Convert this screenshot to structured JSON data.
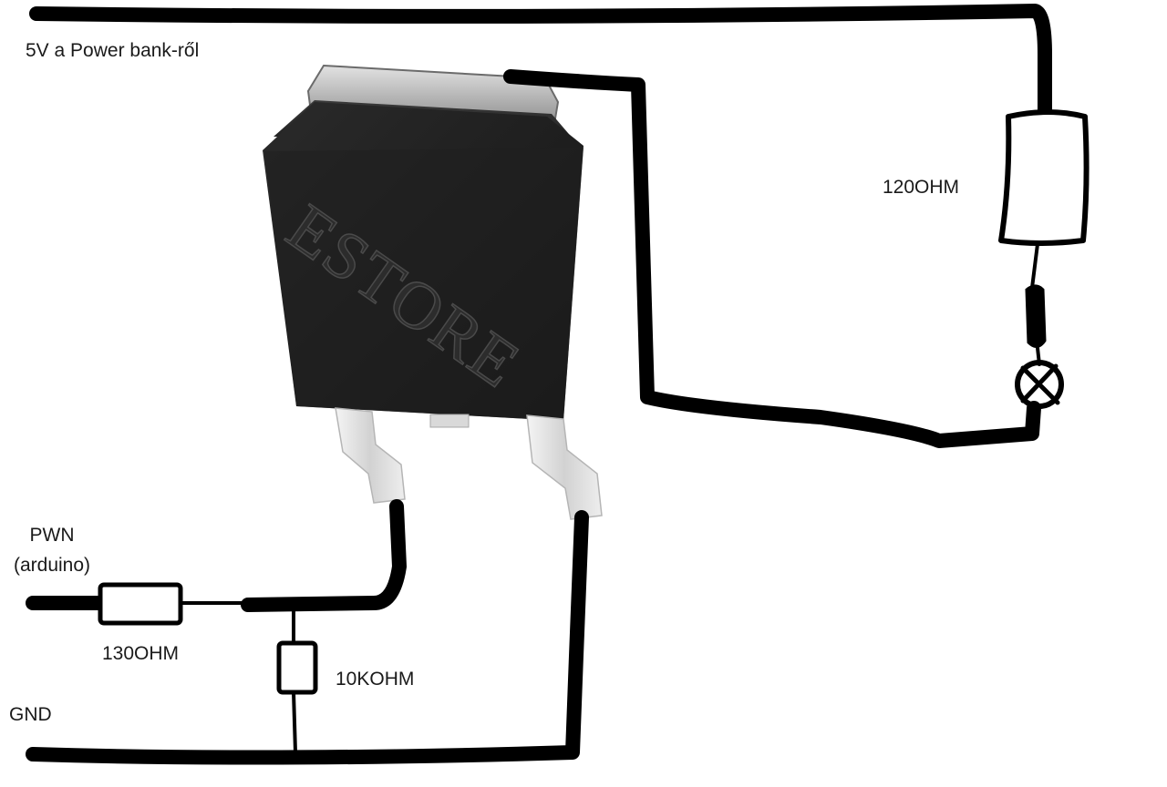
{
  "labels": {
    "supply": "5V a Power bank-ről",
    "pwm_line1": "PWN",
    "pwm_line2": "(arduino)",
    "gnd": "GND",
    "r_load": "120OHM",
    "r_gate": "130OHM",
    "r_pulldown": "10KOHM"
  },
  "watermark": "ESTORE",
  "colors": {
    "background": "#ffffff",
    "wire": "#000000",
    "package_body": "#1c1c1c",
    "tab_metal": "#bdbdbd",
    "leads": "#dcdcdc"
  }
}
